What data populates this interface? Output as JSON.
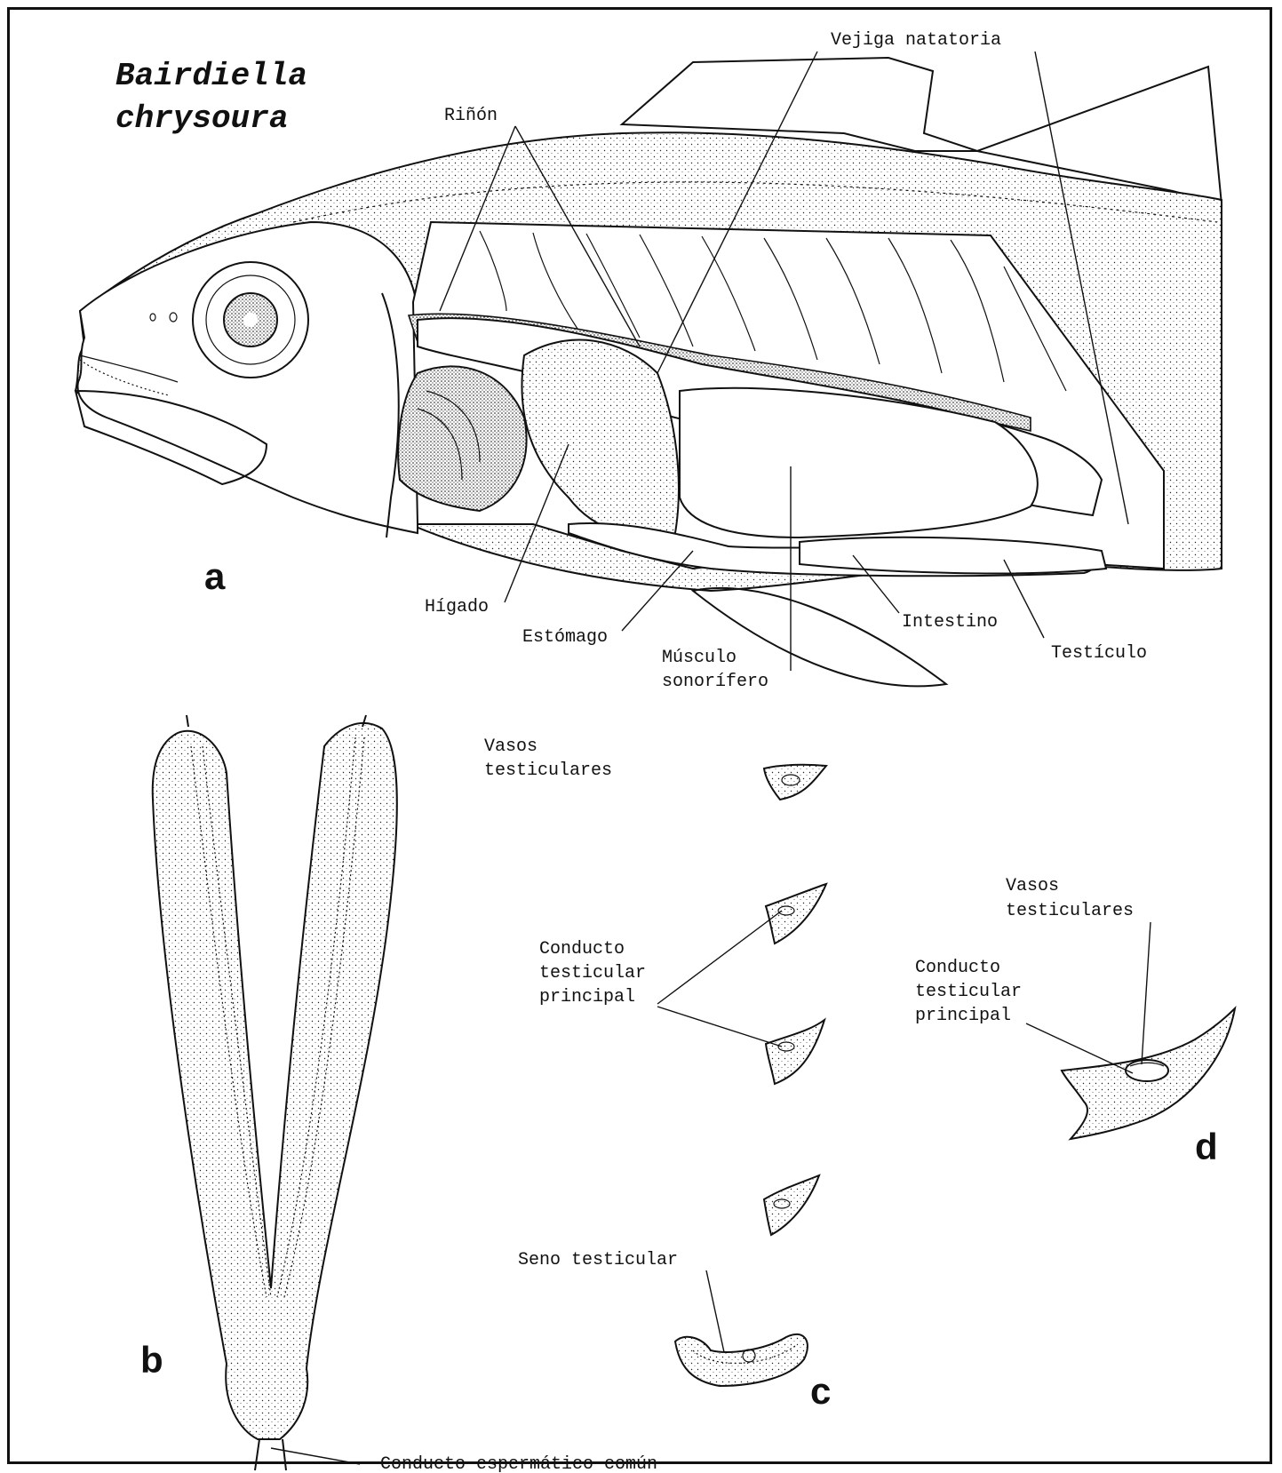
{
  "title": {
    "genus": "Bairdiella",
    "species": "chrysoura"
  },
  "panels": {
    "a": "a",
    "b": "b",
    "c": "c",
    "d": "d"
  },
  "labels_a": {
    "vejiga": "Vejiga natatoria",
    "rinon": "Riñón",
    "higado": "Hígado",
    "estomago": "Estómago",
    "musculo_1": "Músculo",
    "musculo_2": "sonorífero",
    "intestino": "Intestino",
    "testiculo": "Testículo"
  },
  "labels_b": {
    "conducto_comun": "Conducto espermático común"
  },
  "labels_c": {
    "vasos_1": "Vasos",
    "vasos_2": "testiculares",
    "conducto_1": "Conducto",
    "conducto_2": "testicular",
    "conducto_3": "principal",
    "seno": "Seno testicular"
  },
  "labels_d": {
    "vasos_1": "Vasos",
    "vasos_2": "testiculares",
    "conducto_1": "Conducto",
    "conducto_2": "testicular",
    "conducto_3": "principal"
  },
  "colors": {
    "ink": "#111111",
    "paper": "#ffffff"
  }
}
